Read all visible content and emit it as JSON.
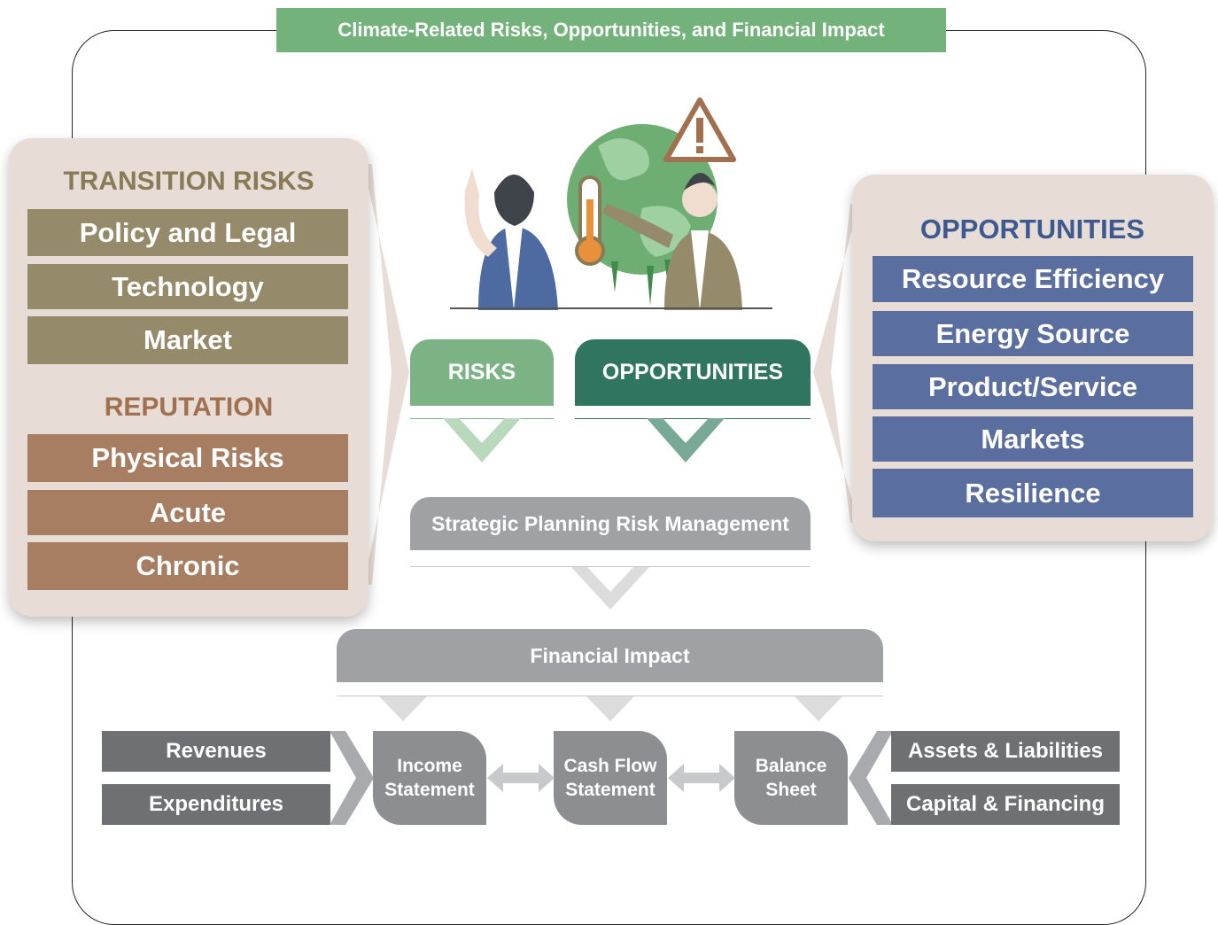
{
  "title": "Climate-Related Risks, Opportunities, and Financial Impact",
  "left_panel": {
    "transition_heading": "TRANSITION RISKS",
    "transition_items": [
      "Policy and Legal",
      "Technology",
      "Market"
    ],
    "reputation_heading": "REPUTATION",
    "reputation_items": [
      "Physical Risks",
      "Acute",
      "Chronic"
    ]
  },
  "right_panel": {
    "heading": "OPPORTUNITIES",
    "items": [
      "Resource Efficiency",
      "Energy Source",
      "Product/Service",
      "Markets",
      "Resilience"
    ]
  },
  "center": {
    "risks_tab": "RISKS",
    "opportunities_tab": "OPPORTUNITIES",
    "strategic": "Strategic Planning Risk Management",
    "financial_impact": "Financial Impact"
  },
  "bottom": {
    "left_items": [
      "Revenues",
      "Expenditures"
    ],
    "statements": [
      {
        "line1": "Income",
        "line2": "Statement"
      },
      {
        "line1": "Cash Flow",
        "line2": "Statement"
      },
      {
        "line1": "Balance",
        "line2": "Sheet"
      }
    ],
    "right_items": [
      "Assets & Liabilities",
      "Capital & Financing"
    ]
  },
  "colors": {
    "title_green": "#74b27b",
    "risk_green": "#7bb384",
    "opportunity_teal": "#2f7560",
    "olive": "#958a69",
    "brown": "#a77e62",
    "blue": "#5b6ea0",
    "heading_olive": "#8a7b57",
    "heading_brown": "#a0704f",
    "heading_blue": "#3c5a90"
  },
  "illustration": {
    "icons": [
      "globe-icon",
      "warning-triangle-icon",
      "thermometer-icon",
      "man-figure",
      "woman-figure"
    ]
  }
}
